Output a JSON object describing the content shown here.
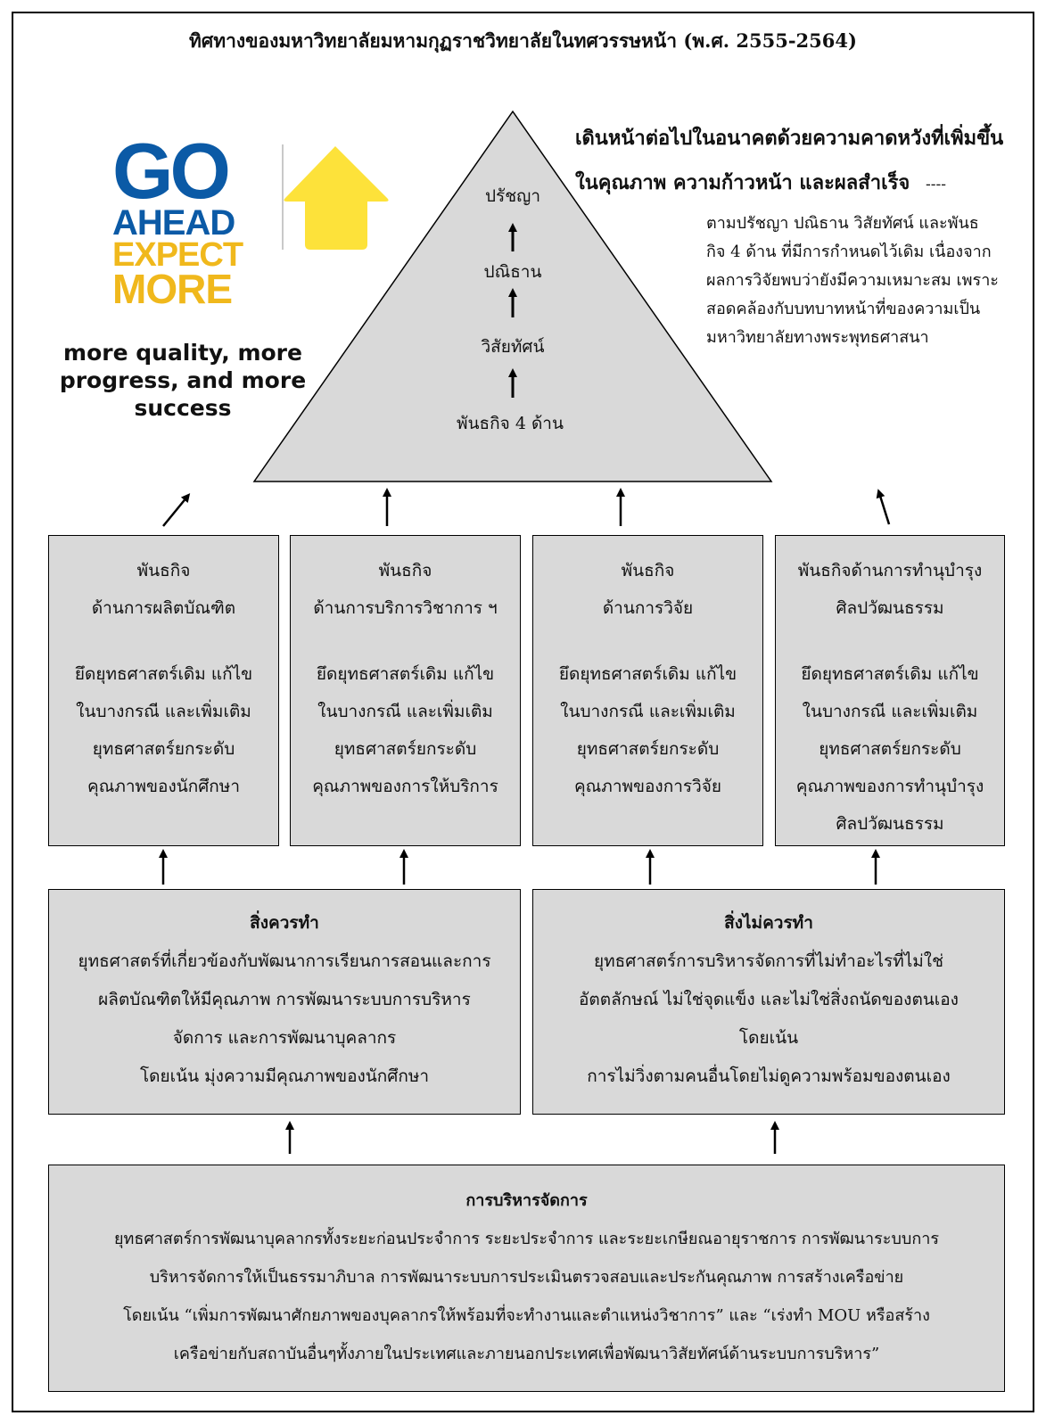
{
  "title": "ทิศทางของมหาวิทยาลัยมหามกุฏราชวิทยาลัยในทศวรรษหน้า (พ.ศ. 2555-2564)",
  "logo": {
    "go": "GO",
    "ahead": "AHEAD",
    "expect": "EXPECT",
    "more": "MORE",
    "arrow_icon": "yellow-up-arrow",
    "colors": {
      "blue": "#0b5aa6",
      "yellow": "#f0b81c",
      "arrow": "#fde23a"
    }
  },
  "tagline": [
    "more quality, more",
    "progress, and more",
    "success"
  ],
  "triangle": {
    "fill": "#d9d9d9",
    "levels": [
      "ปรัชญา",
      "ปณิธาน",
      "วิสัยทัศน์",
      "พันธกิจ 4 ด้าน"
    ]
  },
  "headline": {
    "line1": "เดินหน้าต่อไปในอนาคตด้วยความคาดหวังที่เพิ่มขึ้น",
    "line2": "ในคุณภาพ ความก้าวหน้า และผลสำเร็จ",
    "line2_suffix": "----"
  },
  "note": [
    "ตามปรัชญา ปณิธาน วิสัยทัศน์ และพันธ",
    "กิจ 4 ด้าน ที่มีการกำหนดไว้เดิม เนื่องจาก",
    "ผลการวิจัยพบว่ายังมีความเหมาะสม เพราะ",
    "สอดคล้องกับบทบาทหน้าที่ของความเป็น",
    "มหาวิทยาลัยทางพระพุทธศาสนา"
  ],
  "missions": [
    {
      "title": [
        "พันธกิจ",
        "ด้านการผลิตบัณฑิต"
      ],
      "body": [
        "ยึดยุทธศาสตร์เดิม แก้ไข",
        "ในบางกรณี และเพิ่มเติม",
        "ยุทธศาสตร์ยกระดับ",
        "คุณภาพของนักศึกษา"
      ]
    },
    {
      "title": [
        "พันธกิจ",
        "ด้านการบริการวิชาการ ฯ"
      ],
      "body": [
        "ยึดยุทธศาสตร์เดิม แก้ไข",
        "ในบางกรณี และเพิ่มเติม",
        "ยุทธศาสตร์ยกระดับ",
        "คุณภาพของการให้บริการ"
      ]
    },
    {
      "title": [
        "พันธกิจ",
        "ด้านการวิจัย"
      ],
      "body": [
        "ยึดยุทธศาสตร์เดิม แก้ไข",
        "ในบางกรณี และเพิ่มเติม",
        "ยุทธศาสตร์ยกระดับ",
        "คุณภาพของการวิจัย"
      ]
    },
    {
      "title": [
        "พันธกิจด้านการทำนุบำรุง",
        "ศิลปวัฒนธรรม"
      ],
      "body": [
        "ยึดยุทธศาสตร์เดิม แก้ไข",
        "ในบางกรณี และเพิ่มเติม",
        "ยุทธศาสตร์ยกระดับ",
        "คุณภาพของการทำนุบำรุง",
        "ศิลปวัฒนธรรม"
      ]
    }
  ],
  "do": {
    "title": "สิ่งควรทำ",
    "lines": [
      "ยุทธศาสตร์ที่เกี่ยวข้องกับพัฒนาการเรียนการสอนและการ",
      "ผลิตบัณฑิตให้มีคุณภาพ การพัฒนาระบบการบริหาร",
      "จัดการ และการพัฒนาบุคลากร",
      "โดยเน้น มุ่งความมีคุณภาพของนักศึกษา"
    ]
  },
  "dont": {
    "title": "สิ่งไม่ควรทำ",
    "lines": [
      "ยุทธศาสตร์การบริหารจัดการที่ไม่ทำอะไรที่ไม่ใช่",
      "อัตตลักษณ์  ไม่ใช่จุดแข็ง และไม่ใช่สิ่งถนัดของตนเอง",
      "โดยเน้น",
      "การไม่วิ่งตามคนอื่นโดยไม่ดูความพร้อมของตนเอง"
    ]
  },
  "management": {
    "title": "การบริหารจัดการ",
    "lines": [
      "ยุทธศาสตร์การพัฒนาบุคลากรทั้งระยะก่อนประจำการ ระยะประจำการ และระยะเกษียณอายุราชการ การพัฒนาระบบการ",
      "บริหารจัดการให้เป็นธรรมาภิบาล การพัฒนาระบบการประเมินตรวจสอบและประกันคุณภาพ การสร้างเครือข่าย",
      "โดยเน้น “เพิ่มการพัฒนาศักยภาพของบุคลากรให้พร้อมที่จะทำงานและตำแหน่งวิชาการ” และ “เร่งทำ MOU หรือสร้าง",
      "เครือข่ายกับสถาบันอื่นๆทั้งภายในประเทศและภายนอกประเทศเพื่อพัฒนาวิสัยทัศน์ด้านระบบการบริหาร”"
    ]
  }
}
